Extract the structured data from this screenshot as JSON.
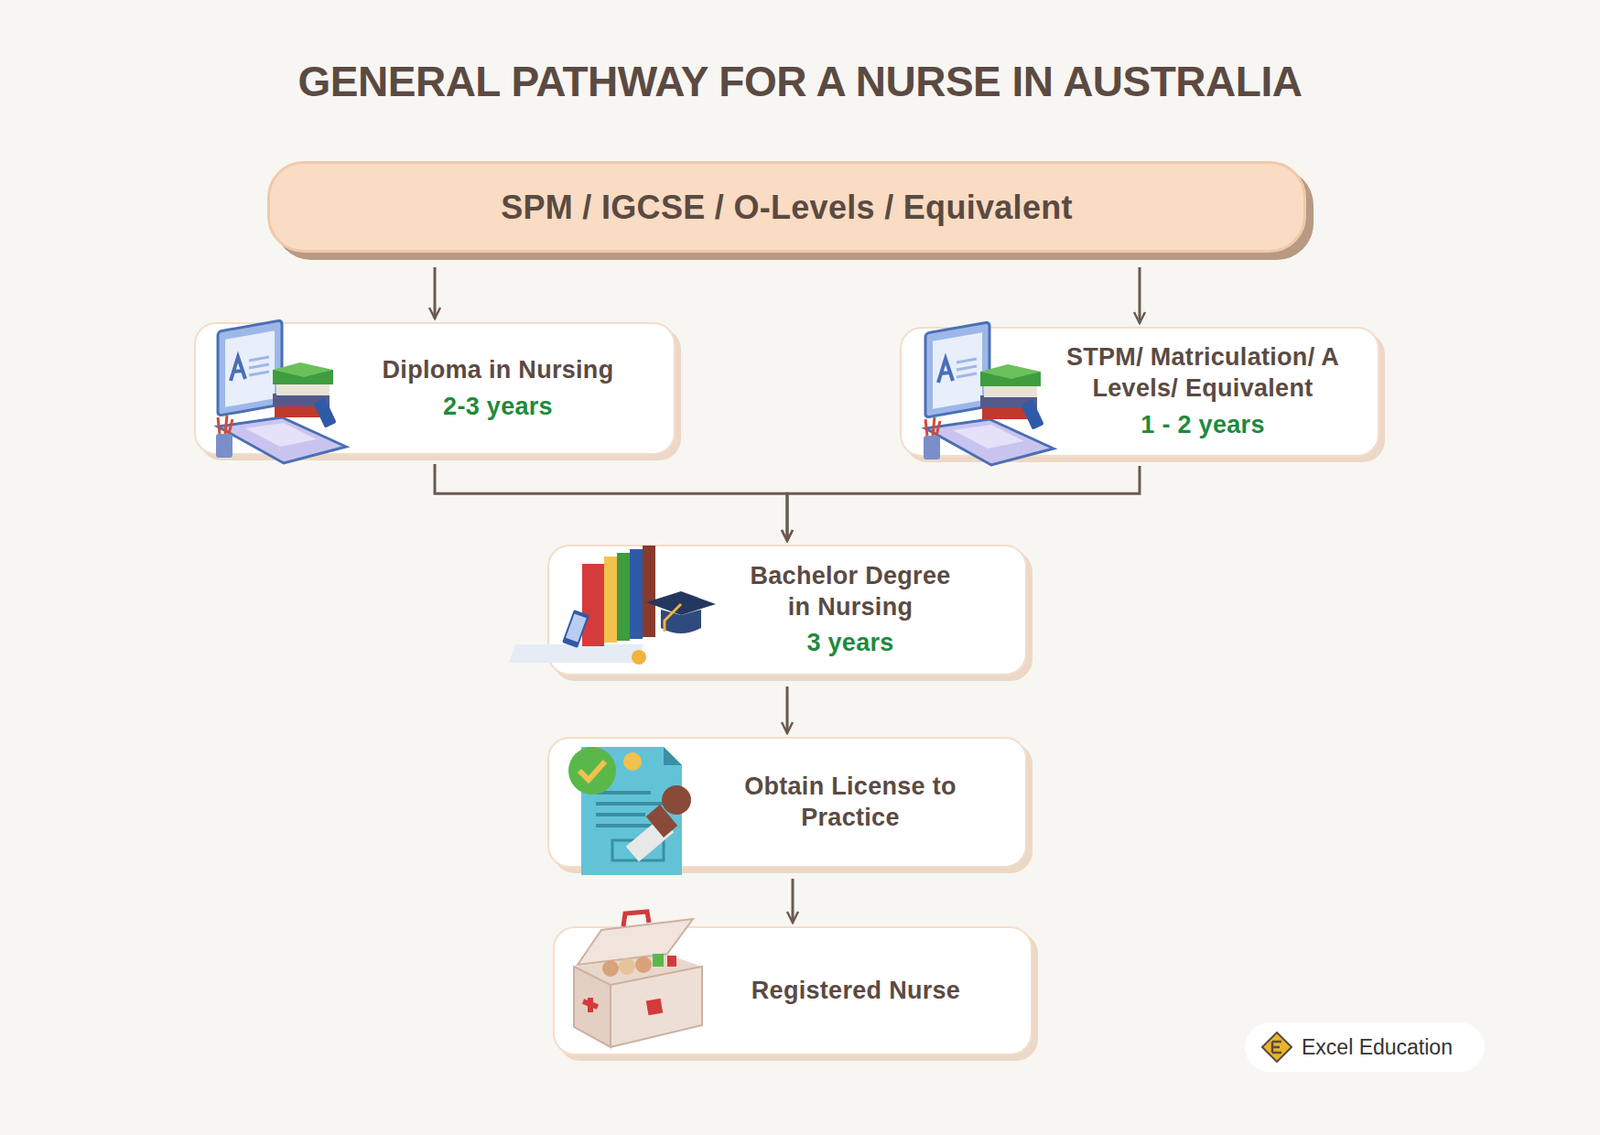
{
  "diagram": {
    "title": "GENERAL PATHWAY FOR A NURSE IN AUSTRALIA",
    "nodes": [
      {
        "text": [
          "SPM / IGCSE / O-Levels / Equivalent"
        ]
      },
      {
        "text": [
          "Diploma in Nursing",
          "2-3 years"
        ]
      },
      {
        "text": [
          "STPM/ Matriculation/ A Levels/ Equivalent",
          "1 - 2 years"
        ]
      },
      {
        "text": [
          "Bachelor Degree in Nursing",
          "3 years"
        ]
      },
      {
        "text": [
          "Obtain License to Practice"
        ]
      },
      {
        "text": [
          "Registered Nurse"
        ]
      }
    ],
    "edges": [
      {
        "from": 0,
        "to": 1,
        "arrow": "to"
      },
      {
        "from": 0,
        "to": 2,
        "arrow": "to"
      },
      {
        "from": 1,
        "to": 3,
        "arrow": "to"
      },
      {
        "from": 2,
        "to": 3,
        "arrow": "to"
      },
      {
        "from": 3,
        "to": 4,
        "arrow": "to"
      },
      {
        "from": 4,
        "to": 5,
        "arrow": "to"
      }
    ],
    "labels": [
      "Excel Education"
    ]
  }
}
